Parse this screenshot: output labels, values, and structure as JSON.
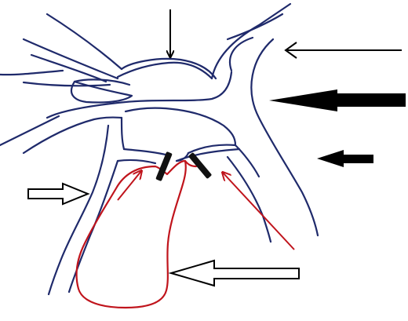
{
  "diagram": {
    "colors": {
      "background": "#ffffff",
      "vessel_outline": "#1f2a6b",
      "red_outline": "#c0141c",
      "arrow": "#000000",
      "hollow_arrow_fill": "#ffffff"
    },
    "elements": [
      {
        "name": "vessel-outline",
        "kind": "blue vessel wall outlines"
      },
      {
        "name": "red-outline",
        "kind": "red loop outline"
      },
      {
        "name": "red-arrow-left",
        "kind": "thin red arrow"
      },
      {
        "name": "red-arrow-right",
        "kind": "thin red arrow"
      },
      {
        "name": "clip-left",
        "kind": "black bar"
      },
      {
        "name": "clip-right",
        "kind": "black bar"
      },
      {
        "name": "arrow-top",
        "kind": "thin black arrow pointing down"
      },
      {
        "name": "arrow-right-thin",
        "kind": "thin black arrow pointing left"
      },
      {
        "name": "arrow-right-thick",
        "kind": "thick black arrow pointing left"
      },
      {
        "name": "arrow-right-medium",
        "kind": "medium black arrow pointing left"
      },
      {
        "name": "arrow-left-hollow",
        "kind": "hollow arrow pointing right"
      },
      {
        "name": "arrow-bottom-hollow",
        "kind": "hollow arrow pointing left"
      }
    ]
  }
}
